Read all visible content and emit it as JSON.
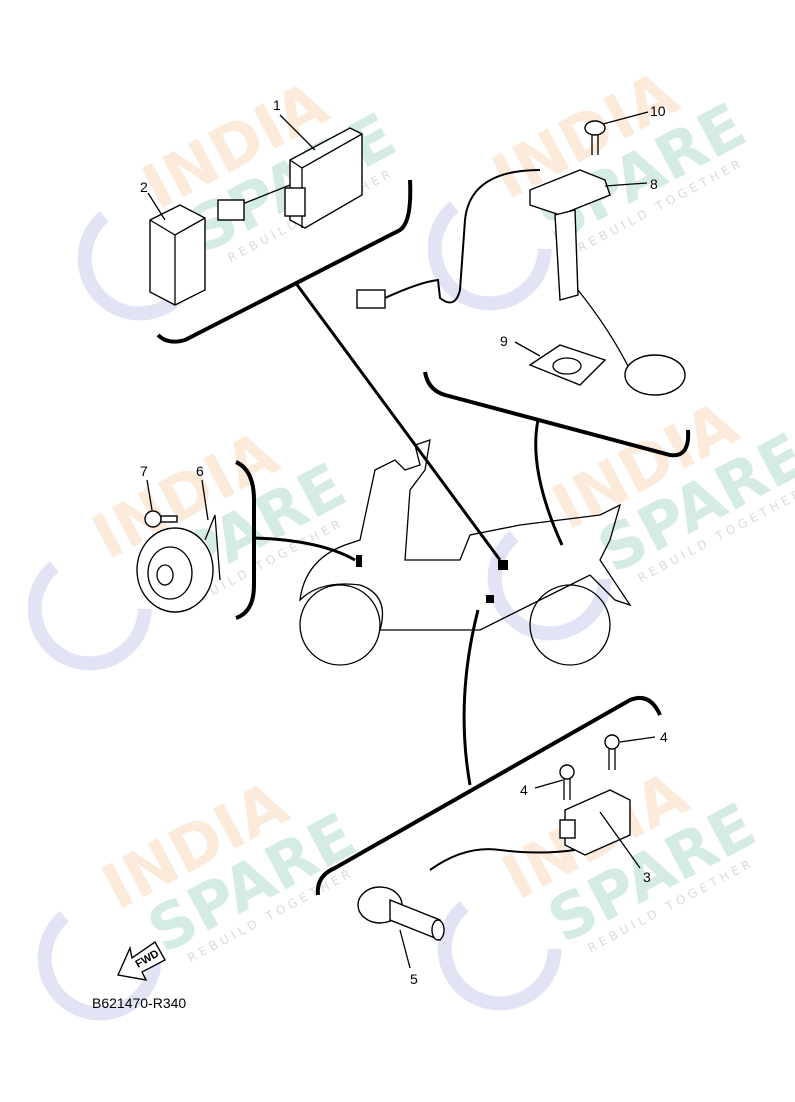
{
  "diagram": {
    "part_labels": [
      "1",
      "2",
      "3",
      "4",
      "4",
      "5",
      "6",
      "7",
      "8",
      "9",
      "10"
    ],
    "fwd_label": "FWD",
    "drawing_code": "B621470-R340"
  },
  "watermark": {
    "line1": "INDIA",
    "line2": "SPARE",
    "tagline": "REBUILD TOGETHER",
    "colors": {
      "india": "#f5a25d",
      "spare": "#3fae7a",
      "logo": "#8c8fd6",
      "tagline": "#999999"
    }
  }
}
